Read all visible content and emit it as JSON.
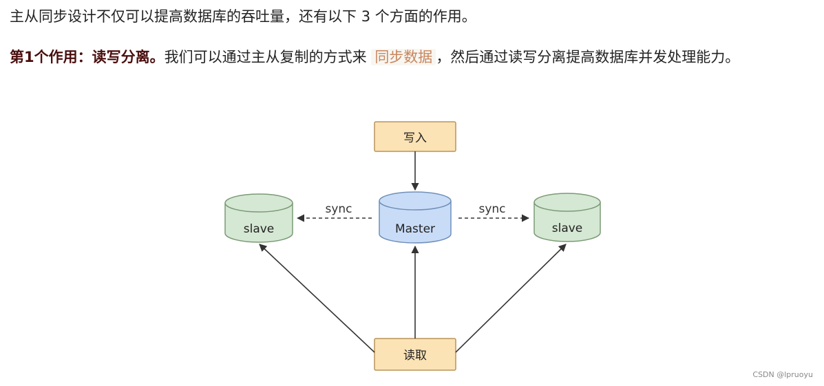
{
  "intro": {
    "text_before": "主从同步设计不仅可以提高数据库的吞吐量，还有以下 ",
    "number": "3",
    "text_after": " 个方面的作用。"
  },
  "point1": {
    "heading": "第1个作用：读写分离。",
    "text_before": "我们可以通过主从复制的方式来",
    "code": "同步数据",
    "text_after": "，然后通过读写分离提高数据库并发处理能力。"
  },
  "diagram": {
    "write_label": "写入",
    "read_label": "读取",
    "master_label": "Master",
    "slave_left_label": "slave",
    "slave_right_label": "slave",
    "sync_left_label": "sync",
    "sync_right_label": "sync",
    "colors": {
      "box_fill": "#fbe3b5",
      "box_stroke": "#b8945a",
      "master_fill": "#c9dcf7",
      "master_stroke": "#6f8fb8",
      "slave_fill": "#d5e8d4",
      "slave_stroke": "#7a9a74",
      "arrow": "#333333"
    }
  },
  "watermark": "CSDN @lpruoyu"
}
